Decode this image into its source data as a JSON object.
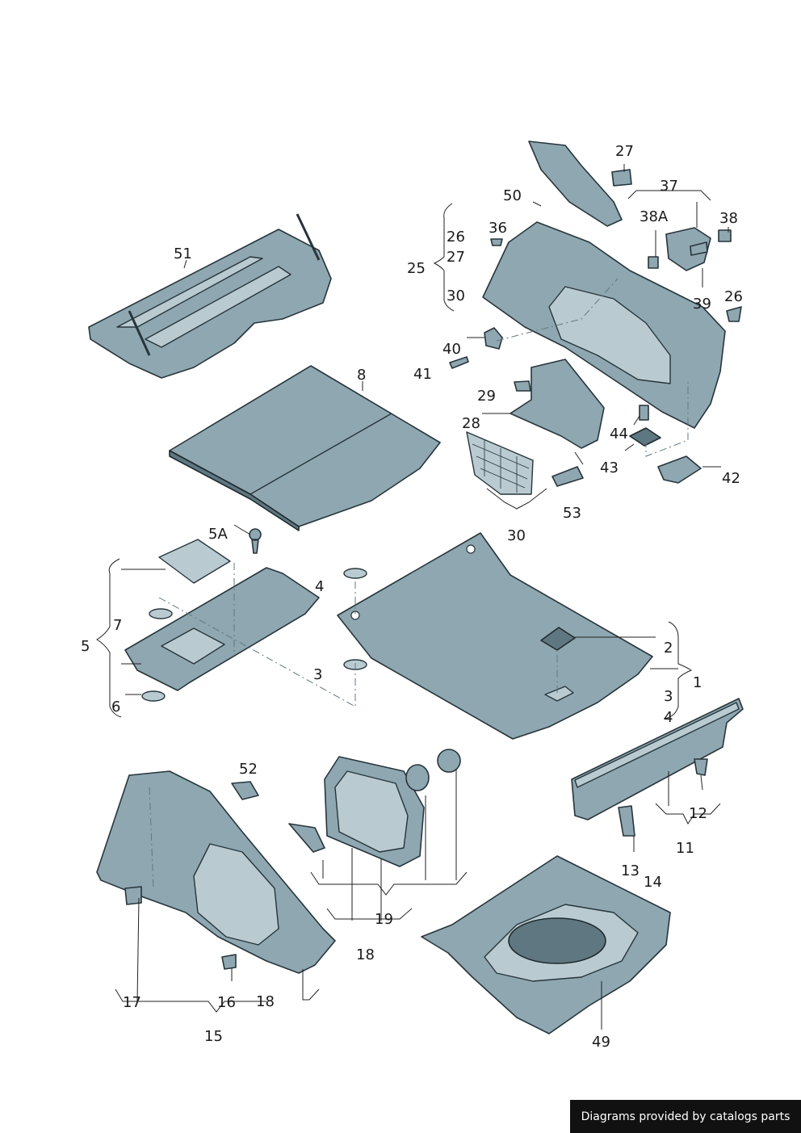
{
  "callouts": {
    "c51": "51",
    "c8": "8",
    "c5A": "5A",
    "c4a": "4",
    "c7": "7",
    "c5": "5",
    "c3a": "3",
    "c6": "6",
    "c2": "2",
    "c1": "1",
    "c3b": "3",
    "c4b": "4",
    "c30a": "30",
    "c27a": "27",
    "c50": "50",
    "c37": "37",
    "c38A": "38A",
    "c38": "38",
    "c36": "36",
    "c26a": "26",
    "c27b": "27",
    "c25": "25",
    "c30b": "30",
    "c39": "39",
    "c26b": "26",
    "c40": "40",
    "c41": "41",
    "c29": "29",
    "c28": "28",
    "c44": "44",
    "c43": "43",
    "c42": "42",
    "c53": "53",
    "c52": "52",
    "c12": "12",
    "c11": "11",
    "c13": "13",
    "c14": "14",
    "c19": "19",
    "c18a": "18",
    "c17": "17",
    "c16": "16",
    "c18b": "18",
    "c15": "15",
    "c49": "49"
  },
  "footer": {
    "credit": "Diagrams provided by catalogs parts"
  }
}
